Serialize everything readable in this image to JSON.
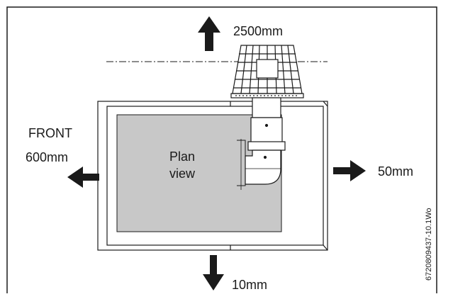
{
  "labels": {
    "top_clearance": "2500mm",
    "front_title": "FRONT",
    "front_clearance": "600mm",
    "right_clearance": "50mm",
    "bottom_clearance": "10mm",
    "plan_line1": "Plan",
    "plan_line2": "view",
    "figure_code": "6720809437-10.1Wo"
  },
  "colors": {
    "outline": "#1a1a1a",
    "arrow": "#1a1a1a",
    "plan_fill": "#c8c8c8",
    "background": "#ffffff"
  },
  "icons": {
    "direction_arrow": "solid-block-arrow",
    "flue_terminal": "grille-cage"
  }
}
